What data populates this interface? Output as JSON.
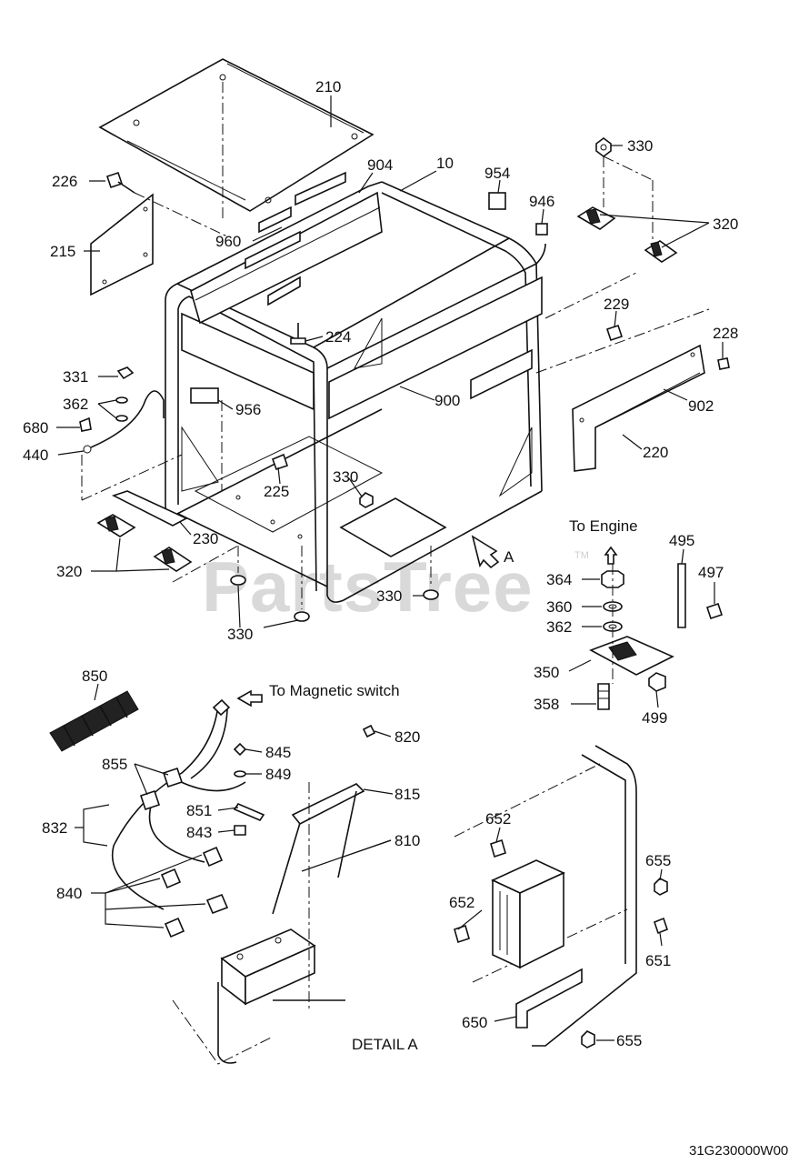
{
  "watermark": {
    "text": "PartsTree",
    "trademark": "TM"
  },
  "drawing_code": "31G230000W00",
  "notes": {
    "to_engine": "To Engine",
    "to_magnetic_switch": "To Magnetic switch",
    "detail_a": "DETAIL A",
    "view_a": "A"
  },
  "callouts": {
    "c210": "210",
    "c226": "226",
    "c215": "215",
    "c904": "904",
    "c10": "10",
    "c954": "954",
    "c946": "946",
    "c960": "960",
    "c330_tr": "330",
    "c320_tr": "320",
    "c229": "229",
    "c228": "228",
    "c902": "902",
    "c220": "220",
    "c224": "224",
    "c900": "900",
    "c331": "331",
    "c362_l": "362",
    "c680": "680",
    "c440": "440",
    "c956": "956",
    "c225": "225",
    "c330_mid": "330",
    "c230": "230",
    "c320_l": "320",
    "c330_bl": "330",
    "c330_bm": "330",
    "c364": "364",
    "c360": "360",
    "c362_r": "362",
    "c495": "495",
    "c497": "497",
    "c350": "350",
    "c358": "358",
    "c499": "499",
    "c850": "850",
    "c820": "820",
    "c845": "845",
    "c849": "849",
    "c855": "855",
    "c815": "815",
    "c851": "851",
    "c832": "832",
    "c843": "843",
    "c810": "810",
    "c840": "840",
    "c652_t": "652",
    "c655_t": "655",
    "c652_b": "652",
    "c651": "651",
    "c650": "650",
    "c655_b": "655"
  }
}
